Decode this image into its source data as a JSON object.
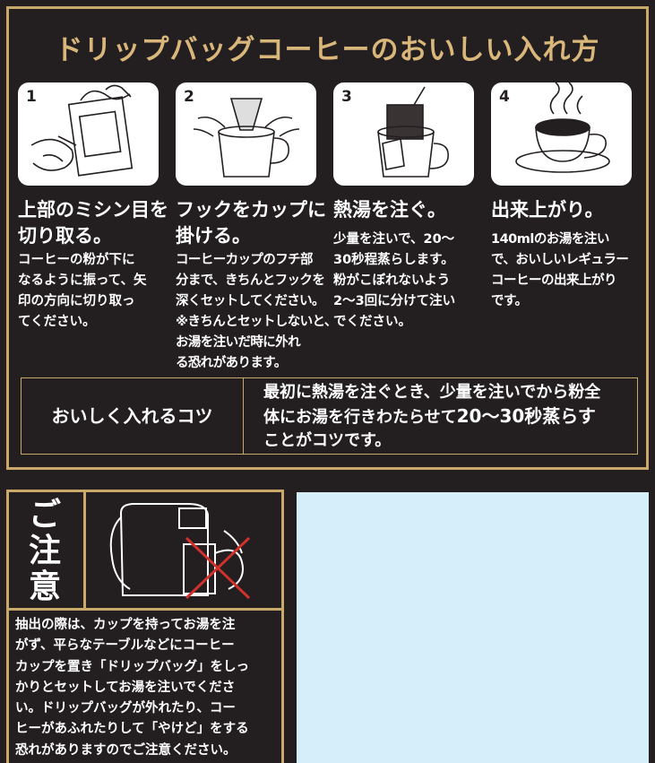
{
  "title": "ドリップバッグコーヒーのおいしい入れ方",
  "steps": [
    {
      "number": "1",
      "heading": [
        "上部のミシン目を",
        "切り取る。"
      ],
      "body": [
        "コーヒーの粉が下に",
        "なるように振って、矢",
        "印の方向に切り取っ",
        "てください。"
      ]
    },
    {
      "number": "2",
      "heading": [
        "フックをカップに",
        "掛ける。"
      ],
      "body": [
        "コーヒーカップのフチ部",
        "分まで、きちんとフックを",
        "深くセットしてください。",
        "※きちんとセットしないと、",
        "お湯を注いだ時に外れ",
        "る恐れがあります。"
      ]
    },
    {
      "number": "3",
      "heading": [
        "熱湯を注ぐ。"
      ],
      "body": [
        "少量を注いで、20～",
        "30秒程蒸らします。",
        "粉がこぼれないよう",
        "2～3回に分けて注い",
        "でください。"
      ]
    },
    {
      "number": "4",
      "heading": [
        "出来上がり。"
      ],
      "body": [
        "140mlのお湯を注い",
        "で、おいしいレギュラー",
        "コーヒーの出来上がり",
        "です。"
      ]
    }
  ],
  "tip": {
    "label": "おいしく入れるコツ",
    "text_lines": [
      "最初に熱湯を注ぐとき、少量を注いでから粉全",
      "体にお湯を行きわたらせて",
      "ことがコツです。"
    ],
    "emphasis": "20～30秒蒸らす"
  },
  "caution": {
    "title": [
      "ご",
      "注",
      "意"
    ],
    "text": [
      "抽出の際は、カップを持ってお湯を注",
      "がず、平らなテーブルなどにコーヒー",
      "カップを置き「ドリップバッグ」をしっ",
      "かりとセットしてお湯を注いでくださ",
      "い。ドリップバッグが外れたり、コー",
      "ヒーがあふれたりして「やけど」をする",
      "恐れがありますのでご注意ください。"
    ]
  },
  "colors": {
    "background": "#231f20",
    "gold": "#c9a86a",
    "title_gold": "#d9b77a",
    "warning_red": "#d0312d",
    "blank_panel": "#d5eefa"
  },
  "icons": [
    "tear-open-icon",
    "hook-on-cup-icon",
    "pour-water-icon",
    "coffee-cup-icon",
    "no-hand-pour-icon"
  ]
}
